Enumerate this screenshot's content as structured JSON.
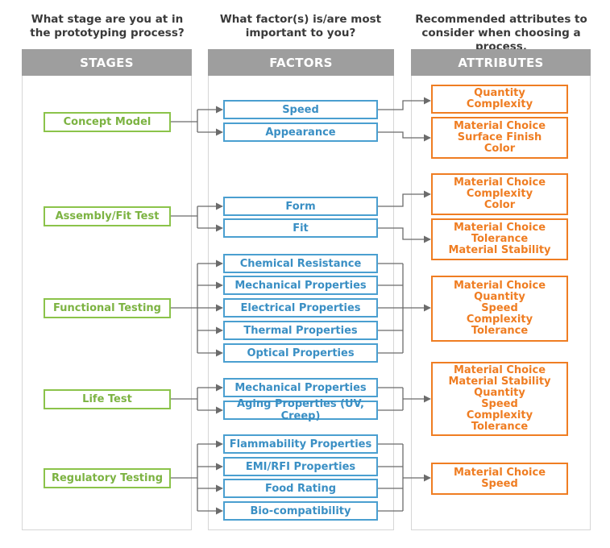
{
  "questions": {
    "stages": "What stage are you at in the prototyping process?",
    "factors": "What factor(s) is/are most important to you?",
    "attributes": "Recommended attributes to consider when choosing a process."
  },
  "headers": {
    "stages": "STAGES",
    "factors": "FACTORS",
    "attributes": "ATTRIBUTES"
  },
  "stages": [
    "Concept Model",
    "Assembly/Fit Test",
    "Functional Testing",
    "Life Test",
    "Regulatory Testing"
  ],
  "factors": [
    "Speed",
    "Appearance",
    "Form",
    "Fit",
    "Chemical Resistance",
    "Mechanical Properties",
    "Electrical Properties",
    "Thermal Properties",
    "Optical Properties",
    "Mechanical Properties",
    "Aging Properties (UV, Creep)",
    "Flammability Properties",
    "EMI/RFI Properties",
    "Food Rating",
    "Bio-compatibility"
  ],
  "attributes": [
    [
      "Quantity",
      "Complexity"
    ],
    [
      "Material Choice",
      "Surface Finish",
      "Color"
    ],
    [
      "Material Choice",
      "Complexity",
      "Color"
    ],
    [
      "Material Choice",
      "Tolerance",
      "Material Stability"
    ],
    [
      "Material Choice",
      "Quantity",
      "Speed",
      "Complexity",
      "Tolerance"
    ],
    [
      "Material Choice",
      "Material Stability",
      "Quantity",
      "Speed",
      "Complexity",
      "Tolerance"
    ],
    [
      "Material Choice",
      "Speed"
    ]
  ],
  "colors": {
    "stage": "#8bc34a",
    "factor": "#4a9fd0",
    "attribute": "#ef7d22",
    "header": "#9e9e9e",
    "connector": "#6b6b6b"
  }
}
